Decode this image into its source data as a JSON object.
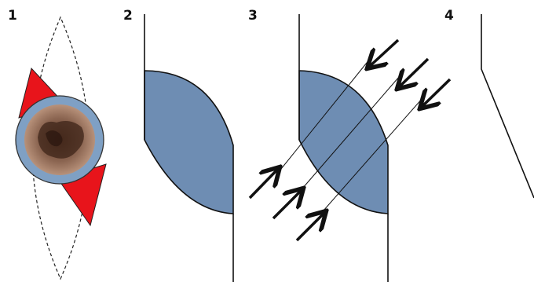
{
  "steps": [
    {
      "label": "1"
    },
    {
      "label": "2"
    },
    {
      "label": "3"
    },
    {
      "label": "4"
    }
  ],
  "colors": {
    "background": "#ffffff",
    "outline": "#111111",
    "excision_red": "#e8141b",
    "tissue_blue": "#6e8db3",
    "lesion_ring": "#7fa0c4",
    "lesion_skin": "#b08a72",
    "lesion_dark": "#4a2c1e"
  },
  "icons": {
    "panel1": "elliptical-excision-icon",
    "panel2": "tissue-section-icon",
    "panel3": "incoming-arrows-icon",
    "panel4": "closed-wound-edge-icon"
  }
}
